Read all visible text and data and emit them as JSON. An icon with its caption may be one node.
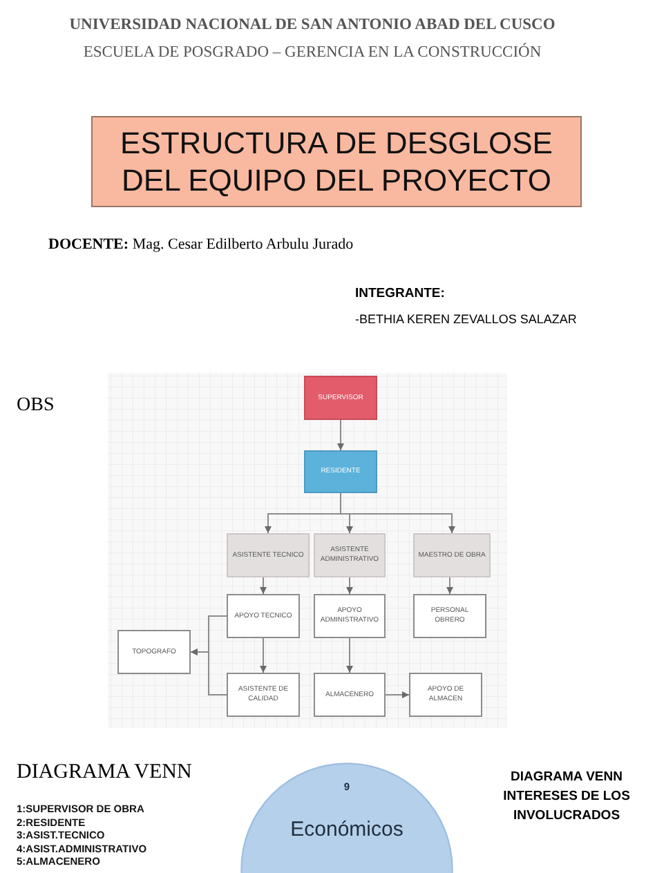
{
  "diagram": {
    "title": "ESTRUCTURA DE DESGLOSE DEL EQUIPO DEL PROYECTO",
    "nodes": [
      {
        "text": [
          "SUPERVISOR"
        ]
      },
      {
        "text": [
          "RESIDENTE"
        ]
      },
      {
        "text": [
          "ASISTENTE TECNICO"
        ]
      },
      {
        "text": [
          "ASISTENTE ADMINISTRATIVO"
        ]
      },
      {
        "text": [
          "MAESTRO DE OBRA"
        ]
      },
      {
        "text": [
          "APOYO TECNICO"
        ]
      },
      {
        "text": [
          "APOYO ADMINISTRATIVO"
        ]
      },
      {
        "text": [
          "PERSONAL OBRERO"
        ]
      },
      {
        "text": [
          "TOPOGRAFO"
        ]
      },
      {
        "text": [
          "ASISTENTE DE CALIDAD"
        ]
      },
      {
        "text": [
          "ALMACENERO"
        ]
      },
      {
        "text": [
          "APOYO DE ALMACEN"
        ]
      },
      {
        "text": [
          "9",
          "Económicos"
        ]
      }
    ],
    "edges": [
      {
        "from": 0,
        "to": 1,
        "arrow": "to"
      },
      {
        "from": 1,
        "to": 2,
        "arrow": "to"
      },
      {
        "from": 1,
        "to": 3,
        "arrow": "to"
      },
      {
        "from": 1,
        "to": 4,
        "arrow": "to"
      },
      {
        "from": 2,
        "to": 5,
        "arrow": "to"
      },
      {
        "from": 3,
        "to": 6,
        "arrow": "to"
      },
      {
        "from": 4,
        "to": 7,
        "arrow": "to"
      },
      {
        "from": 5,
        "to": 9,
        "arrow": "to"
      },
      {
        "from": 6,
        "to": 10,
        "arrow": "to"
      },
      {
        "from": 10,
        "to": 11,
        "arrow": "to"
      },
      {
        "from": 5,
        "to": 8,
        "arrow": "to"
      },
      {
        "from": 9,
        "to": 8,
        "arrow": "to"
      }
    ],
    "labels": [
      "UNIVERSIDAD NACIONAL DE SAN ANTONIO ABAD DEL CUSCO",
      "ESCUELA DE POSGRADO – GERENCIA EN LA CONSTRUCCIÓN",
      "**DOCENTE:** Mag. Cesar Edilberto Arbulu Jurado",
      "INTEGRANTE:",
      "-BETHIA KEREN ZEVALLOS SALAZAR",
      "OBS",
      "DIAGRAMA VENN",
      "DIAGRAMA VENN INTERESES DE LOS INVOLUCRADOS",
      "1:SUPERVISOR DE OBRA",
      "2:RESIDENTE",
      "3:ASIST.TECNICO",
      "4:ASIST.ADMINISTRATIVO",
      "5:ALMACENERO"
    ]
  }
}
